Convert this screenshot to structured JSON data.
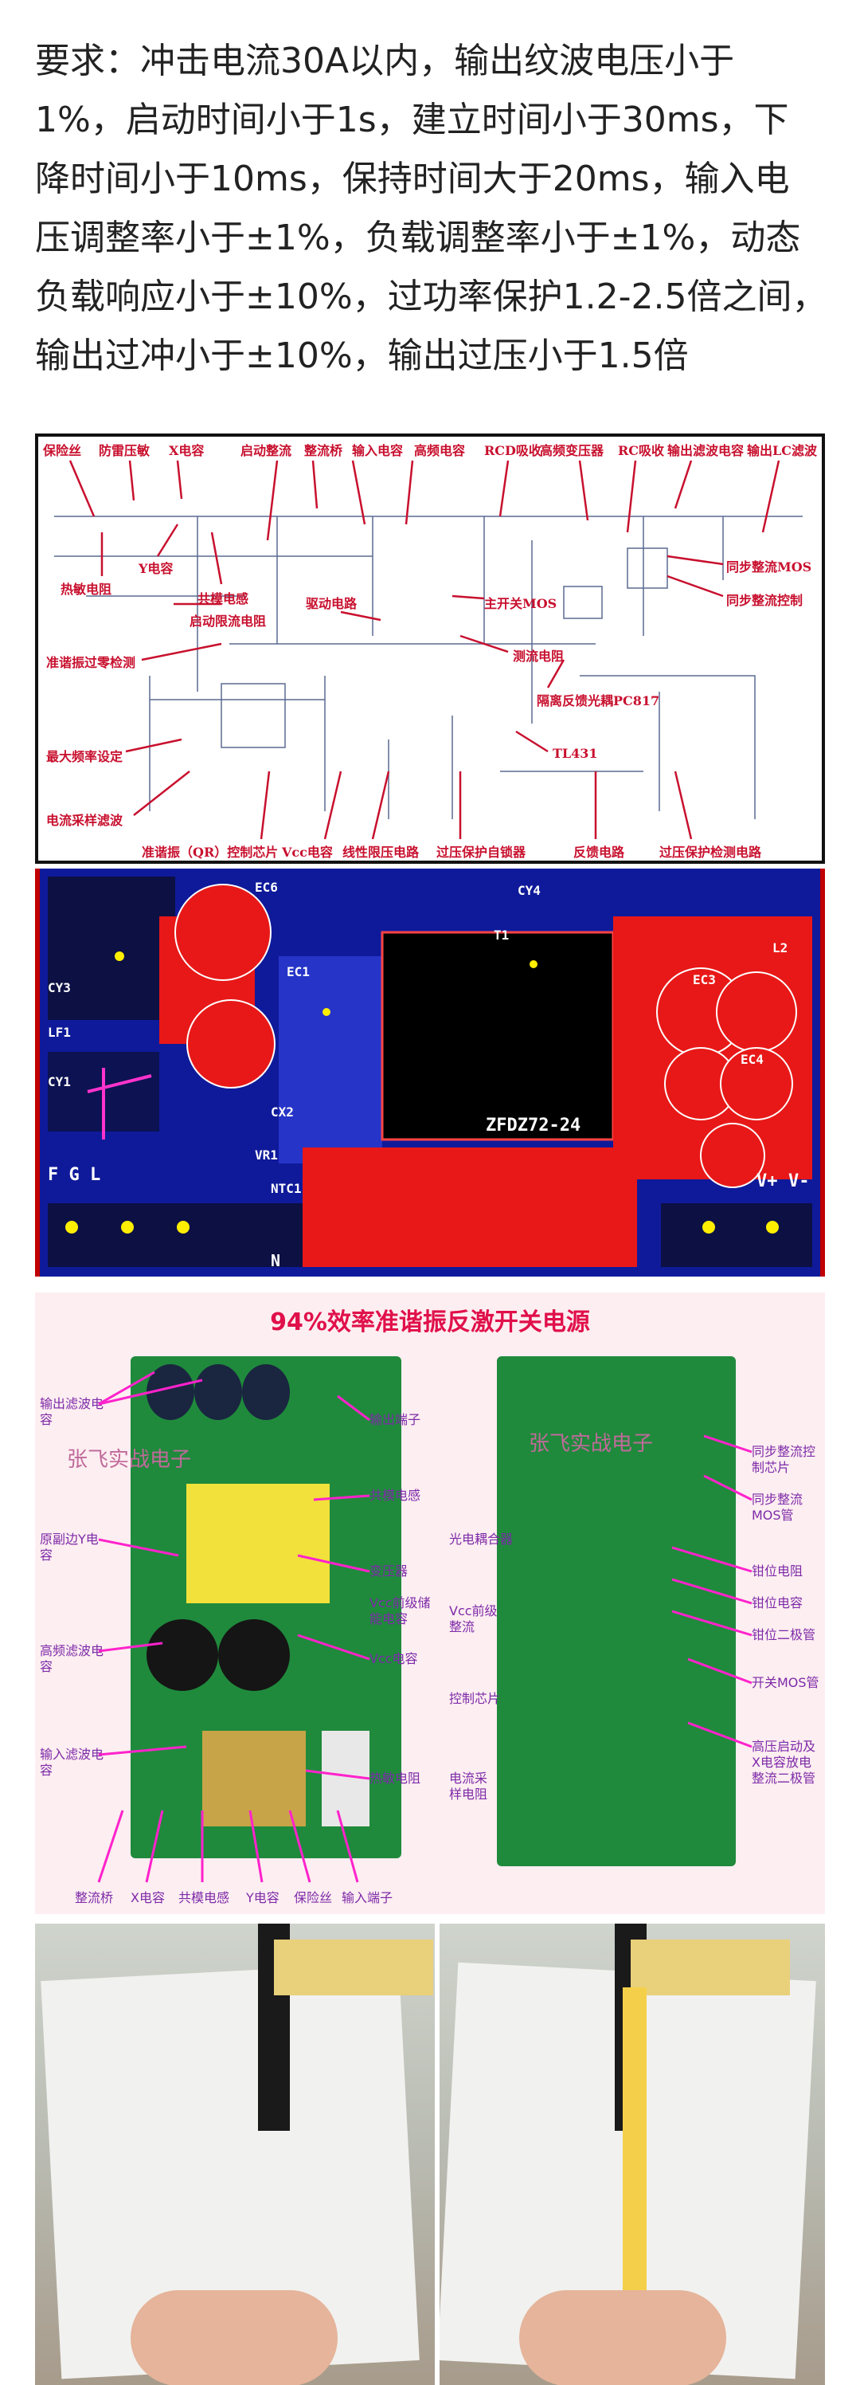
{
  "requirements": {
    "lines": [
      "要求：冲击电流30A以内，输出纹波电压小于",
      "1%，启动时间小于1s，建立时间小于30ms，下",
      "降时间小于10ms，保持时间大于20ms，输入电",
      "压调整率小于±1%，负载调整率小于±1%，动态",
      "负载响应小于±10%，过功率保护1.2-2.5倍之间，",
      "输出过冲小于±10%，输出过压小于1.5倍"
    ]
  },
  "schematic": {
    "labels": [
      "保险丝",
      "防雷压敏",
      "X电容",
      "启动整流",
      "整流桥",
      "输入电容",
      "高频电容",
      "RCD吸收",
      "高频变压器",
      "RC吸收",
      "输出滤波电容",
      "输出LC滤波",
      "热敏电阻",
      "Y电容",
      "共模电感",
      "启动限流电阻",
      "驱动电路",
      "主开关MOS",
      "同步整流MOS",
      "同步整流控制",
      "准谐振过零检测",
      "测流电阻",
      "隔离反馈光耦PC817",
      "最大频率设定",
      "TL431",
      "电流采样滤波",
      "准谐振（QR）控制芯片",
      "Vcc电容",
      "线性限压电路",
      "过压保护自锁器",
      "反馈电路",
      "过压保护检测电路"
    ]
  },
  "pcb": {
    "board_name": "ZFDZ72-24",
    "silkscreen": [
      "EC6",
      "CY4",
      "CY3",
      "LF1",
      "CY1",
      "CX2",
      "VR1",
      "NTC1",
      "F G L",
      "N",
      "T1",
      "EC1",
      "L2",
      "EC3",
      "EC4",
      "V+",
      "V-"
    ]
  },
  "board_photo": {
    "title": "94%效率准谐振反激开关电源",
    "watermark": "张飞实战电子",
    "left_labels": [
      "输出滤波电容",
      "原副边Y电容",
      "高频滤波电容",
      "输入滤波电容"
    ],
    "center_labels": [
      "输出端子",
      "共模电感",
      "光电耦合器",
      "变压器",
      "Vcc前级储能电容",
      "Vcc前级整流",
      "Vcc电容",
      "控制芯片",
      "热敏电阻",
      "电流采样电阻"
    ],
    "right_labels": [
      "同步整流控制芯片",
      "同步整流MOS管",
      "钳位电阻",
      "钳位电容",
      "钳位二极管",
      "开关MOS管",
      "高压启动及X电容放电整流二极管"
    ],
    "bottom_labels": [
      "整流桥",
      "X电容",
      "共模电感",
      "Y电容",
      "保险丝",
      "输入端子"
    ]
  },
  "colors": {
    "accent_red": "#c8102e",
    "accent_pink": "#e0104a",
    "label_purple": "#7d2aa8",
    "pcb_blue": "#0f1a9a",
    "pcb_red": "#e81818"
  }
}
